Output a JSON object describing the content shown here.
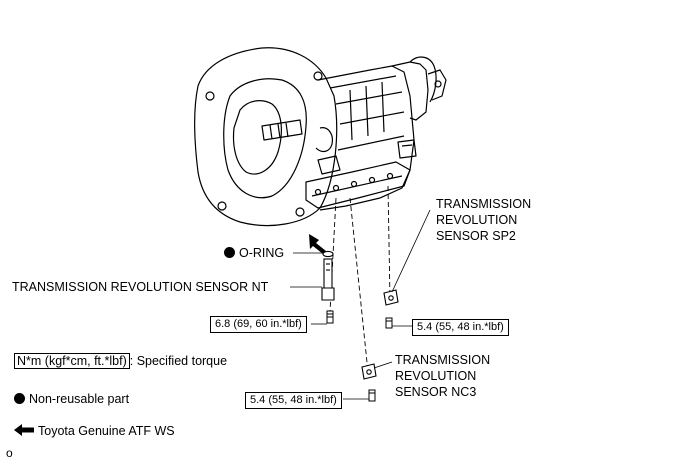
{
  "labels": {
    "o_ring": "O-RING",
    "sensor_nt": "TRANSMISSION REVOLUTION SENSOR NT",
    "sensor_sp2": [
      "TRANSMISSION",
      "REVOLUTION",
      "SENSOR SP2"
    ],
    "sensor_nc3": [
      "TRANSMISSION",
      "REVOLUTION",
      "SENSOR NC3"
    ]
  },
  "torques": {
    "nt_bolt": "6.8 (69, 60 in.*lbf)",
    "sp2_bolt": "5.4 (55, 48 in.*lbf)",
    "nc3_bolt": "5.4 (55, 48 in.*lbf)"
  },
  "legend": {
    "torque_key": "N*m (kgf*cm, ft.*lbf)",
    "torque_desc": ": Specified torque",
    "non_reusable": "Non-reusable part",
    "atf": "Toyota Genuine ATF WS"
  },
  "footer": {
    "code": "o"
  }
}
